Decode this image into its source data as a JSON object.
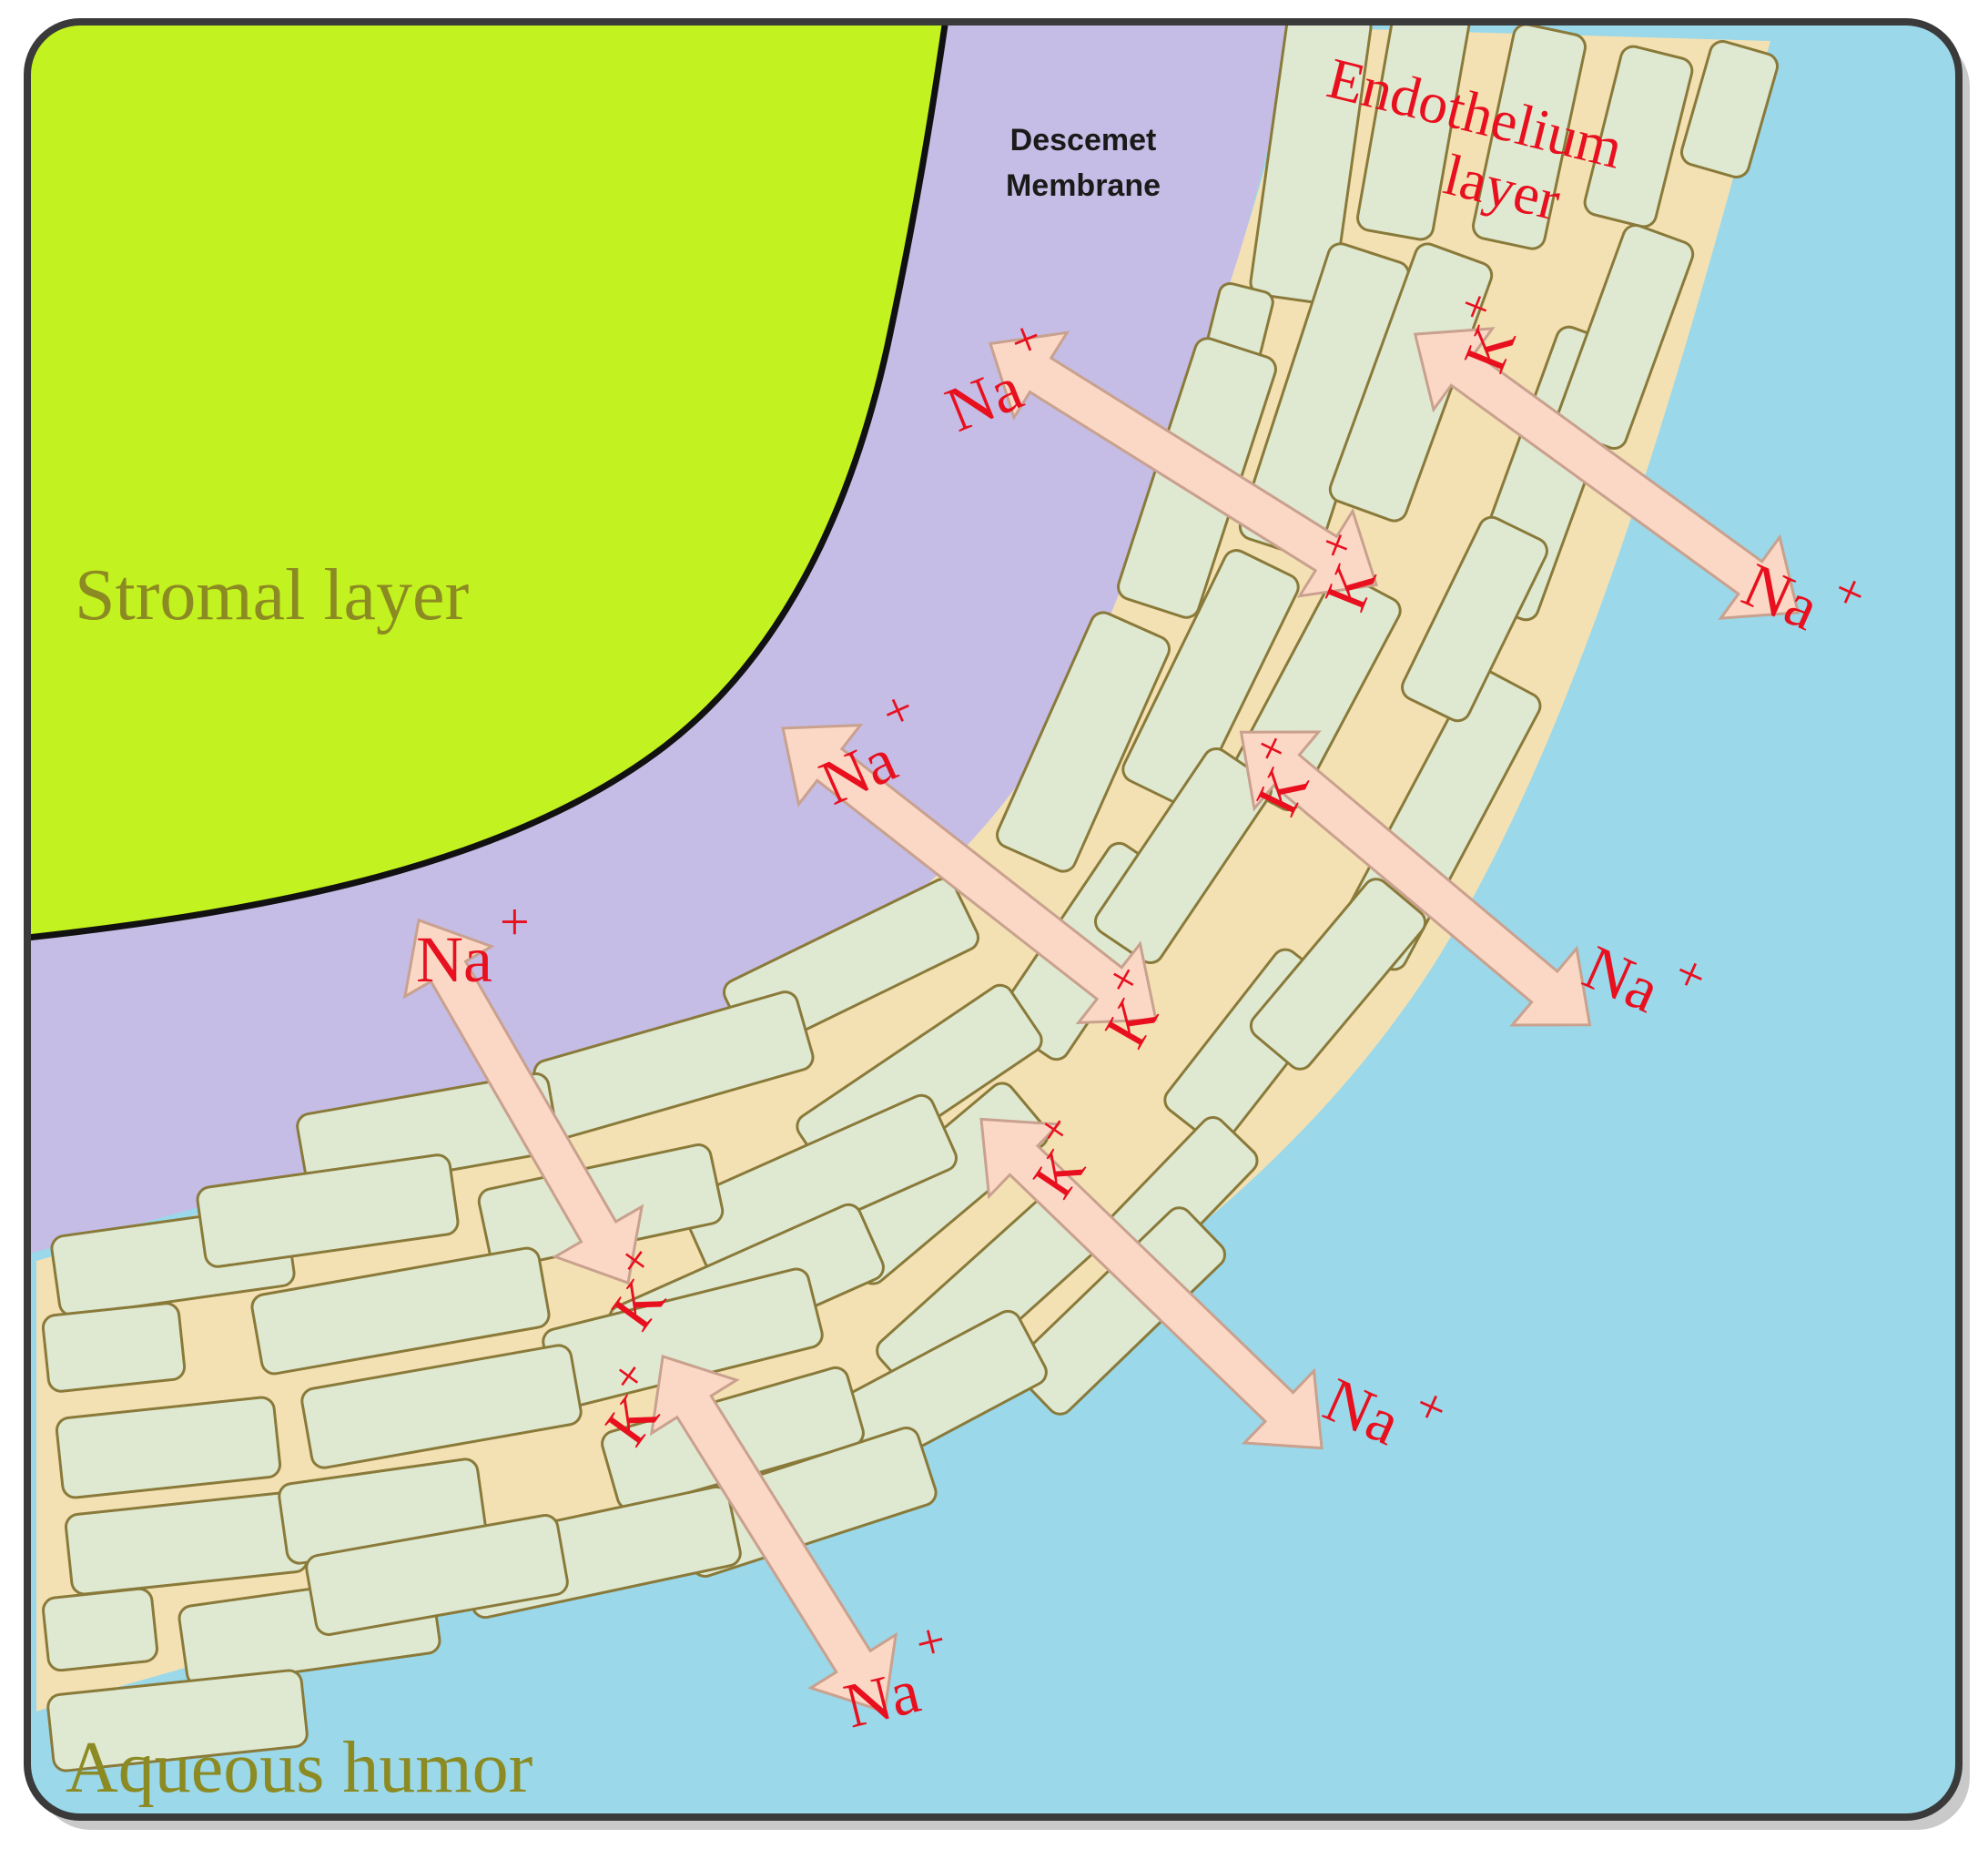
{
  "labels": {
    "stromal": "Stromal layer",
    "descemet_line1": "Descemet",
    "descemet_line2": "Membrane",
    "endothelium_line1": "Endothelium",
    "endothelium_line2": "layer",
    "aqueous": "Aqueous humor"
  },
  "ions": {
    "na": "Na",
    "k": "K",
    "plus": "+"
  },
  "colors": {
    "stroma": "#c2f21f",
    "descemet": "#c5bde5",
    "aqueous": "#9ad8ea",
    "endothelium_matrix": "#f3e1b4",
    "cell_fill": "#dfe9d2",
    "arrow_fill": "#fbd8c6",
    "ion_text": "#e8101e",
    "region_label": "#8c8a22"
  }
}
